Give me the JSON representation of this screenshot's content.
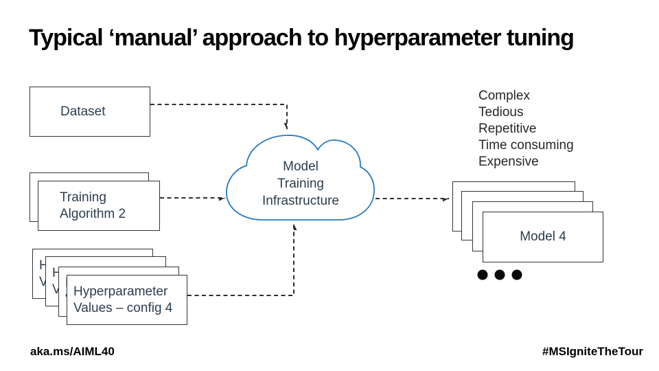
{
  "title": "Typical ‘manual’ approach to hyperparameter tuning",
  "footer": {
    "left": "aka.ms/AIML40",
    "right": "#MSIgniteTheTour"
  },
  "diagram": {
    "dataset": {
      "label": "Dataset"
    },
    "training": {
      "label_line1": "Training",
      "label_line2": "Algorithm 2"
    },
    "hyperparams": {
      "label_line1": "Hyperparameter",
      "label_line2": "Values – config 4",
      "back_partial_line1": "H",
      "back_partial_line2": "V"
    },
    "cloud": {
      "line1": "Model",
      "line2": "Training",
      "line3": "Infrastructure"
    },
    "models": {
      "front_label": "Model 4"
    },
    "drawbacks": [
      "Complex",
      "Tedious",
      "Repetitive",
      "Time consuming",
      "Expensive"
    ]
  },
  "colors": {
    "cloud_stroke": "#2879BD",
    "connector": "#2e2e2e",
    "box_border": "#333333",
    "box_text": "#2B3D4F",
    "list_text": "#262626"
  }
}
